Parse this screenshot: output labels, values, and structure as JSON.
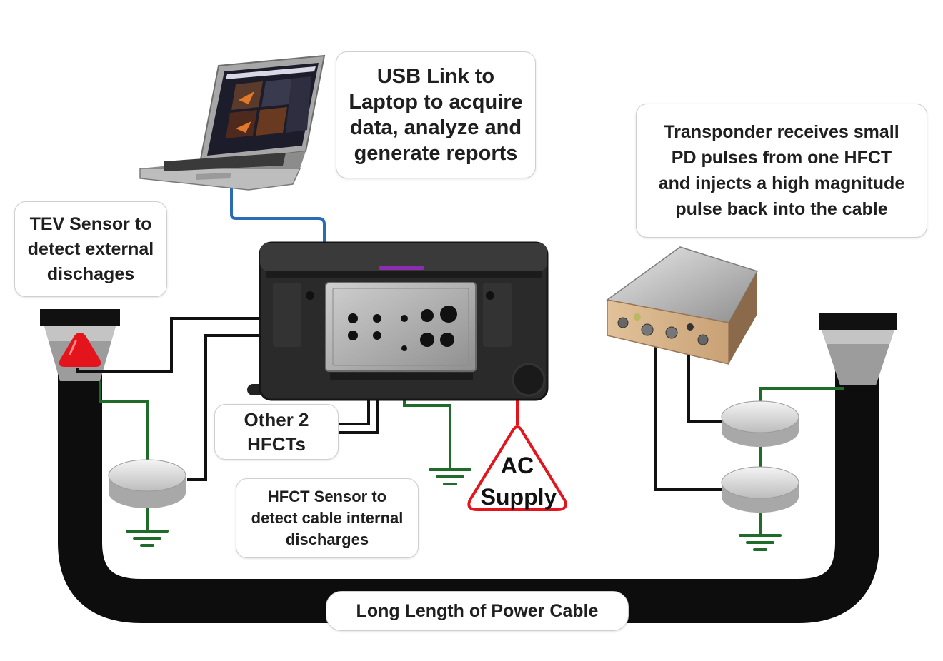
{
  "callouts": {
    "usb_link": "USB Link to\nLaptop to acquire\ndata, analyze and\ngenerate reports",
    "transponder": "Transponder receives small\nPD pulses from one HFCT\nand injects a high magnitude\npulse back into the cable",
    "tev_sensor": "TEV Sensor to\ndetect external\ndischages",
    "other_hfcts": "Other 2\nHFCTs",
    "hfct_sensor": "HFCT Sensor to\ndetect cable internal\ndischarges",
    "power_cable": "Long Length of Power Cable"
  },
  "ac_supply": {
    "line1": "AC",
    "line2": "Supply"
  },
  "colors": {
    "usb_wire": "#2a6db5",
    "ground_wire": "#1e6b2a",
    "ac_wire": "#e3141b",
    "signal_wire": "#111111",
    "cable": "#0d0d0d",
    "tev_sensor": "#e3141b"
  }
}
